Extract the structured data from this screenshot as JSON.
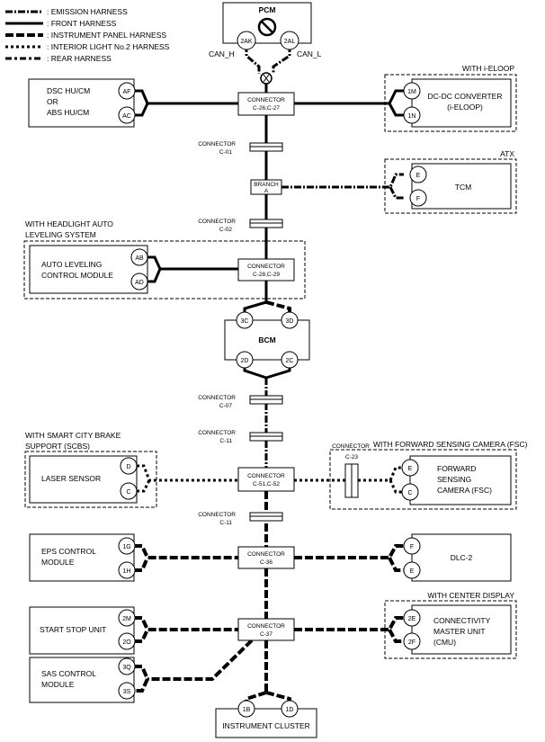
{
  "legend": [
    {
      "label": ": EMISSION HARNESS",
      "style": "emission"
    },
    {
      "label": ": FRONT HARNESS",
      "style": "front"
    },
    {
      "label": ": INSTRUMENT PANEL HARNESS",
      "style": "ip"
    },
    {
      "label": ": INTERIOR LIGHT No.2 HARNESS",
      "style": "int"
    },
    {
      "label": ": REAR HARNESS",
      "style": "rear"
    }
  ],
  "pcm": {
    "title": "PCM",
    "pin_left": "2AK",
    "pin_right": "2AL",
    "can_h": "CAN_H",
    "can_l": "CAN_L"
  },
  "dsc": {
    "line1": "DSC HU/CM",
    "line2": "OR",
    "line3": "ABS HU/CM",
    "pin1": "AF",
    "pin2": "AC"
  },
  "dcdc": {
    "opt": "WITH i-ELOOP",
    "line1": "DC-DC CONVERTER",
    "line2": "(i-ELOOP)",
    "pin1": "1M",
    "pin2": "1N"
  },
  "conn_c26": {
    "line1": "CONNECTOR",
    "line2": "C-26,C-27"
  },
  "conn_c01": {
    "line1": "CONNECTOR",
    "line2": "C-01"
  },
  "branch": {
    "line1": "BRANCH",
    "line2": "A"
  },
  "tcm": {
    "opt": "ATX",
    "label": "TCM",
    "pin1": "E",
    "pin2": "F"
  },
  "conn_c02": {
    "line1": "CONNECTOR",
    "line2": "C-02"
  },
  "autolevel": {
    "opt1": "WITH HEADLIGHT AUTO",
    "opt2": "LEVELING SYSTEM",
    "line1": "AUTO LEVELING",
    "line2": "CONTROL MODULE",
    "pin1": "AB",
    "pin2": "AD"
  },
  "conn_c28": {
    "line1": "CONNECTOR",
    "line2": "C-28,C-29"
  },
  "bcm": {
    "label": "BCM",
    "pin1": "3C",
    "pin2": "3D",
    "pin3": "2D",
    "pin4": "2C"
  },
  "conn_c07": {
    "line1": "CONNECTOR",
    "line2": "C-07"
  },
  "conn_c11a": {
    "line1": "CONNECTOR",
    "line2": "C-11"
  },
  "laser": {
    "opt1": "WITH SMART CITY BRAKE",
    "opt2": "SUPPORT (SCBS)",
    "label": "LASER SENSOR",
    "pin1": "D",
    "pin2": "C"
  },
  "conn_c51": {
    "line1": "CONNECTOR",
    "line2": "C-51,C-52"
  },
  "conn_c23": {
    "line1": "CONNECTOR",
    "line2": "C-23"
  },
  "fsc": {
    "opt": "WITH FORWARD SENSING CAMERA (FSC)",
    "line1": "FORWARD",
    "line2": "SENSING",
    "line3": "CAMERA (FSC)",
    "pin1": "E",
    "pin2": "C"
  },
  "conn_c11b": {
    "line1": "CONNECTOR",
    "line2": "C-11"
  },
  "eps": {
    "line1": "EPS CONTROL",
    "line2": "MODULE",
    "pin1": "1G",
    "pin2": "1H"
  },
  "conn_c36": {
    "line1": "CONNECTOR",
    "line2": "C-36"
  },
  "dlc": {
    "label": "DLC-2",
    "pin1": "F",
    "pin2": "E"
  },
  "startstop": {
    "label": "START STOP UNIT",
    "pin1": "2M",
    "pin2": "2O"
  },
  "conn_c37": {
    "line1": "CONNECTOR",
    "line2": "C-37"
  },
  "cmu": {
    "opt": "WITH CENTER DISPLAY",
    "line1": "CONNECTIVITY",
    "line2": "MASTER UNIT",
    "line3": "(CMU)",
    "pin1": "2E",
    "pin2": "2F"
  },
  "sas": {
    "line1": "SAS CONTROL",
    "line2": "MODULE",
    "pin1": "3Q",
    "pin2": "3S"
  },
  "cluster": {
    "label": "INSTRUMENT CLUSTER",
    "pin1": "1B",
    "pin2": "1D"
  }
}
